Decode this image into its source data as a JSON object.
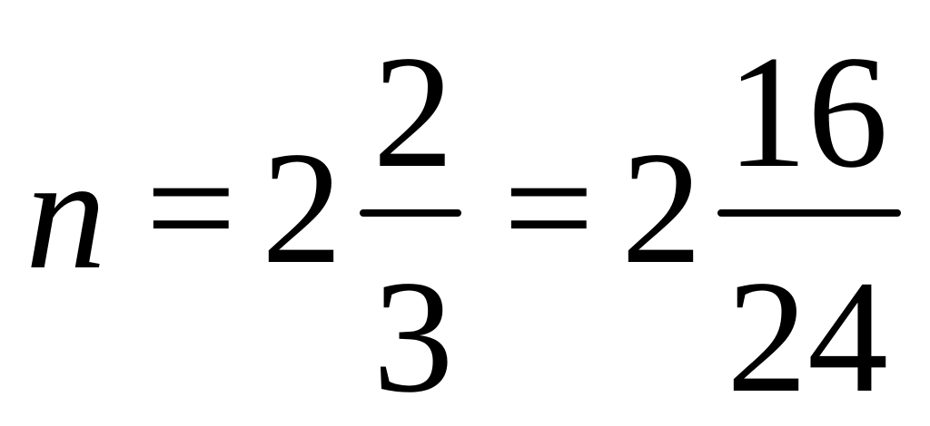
{
  "equation": {
    "variable": "n",
    "equals_1": "=",
    "mixed_1": {
      "whole": "2",
      "numerator": "2",
      "denominator": "3"
    },
    "equals_2": "=",
    "mixed_2": {
      "whole": "2",
      "numerator": "16",
      "denominator": "24"
    }
  }
}
